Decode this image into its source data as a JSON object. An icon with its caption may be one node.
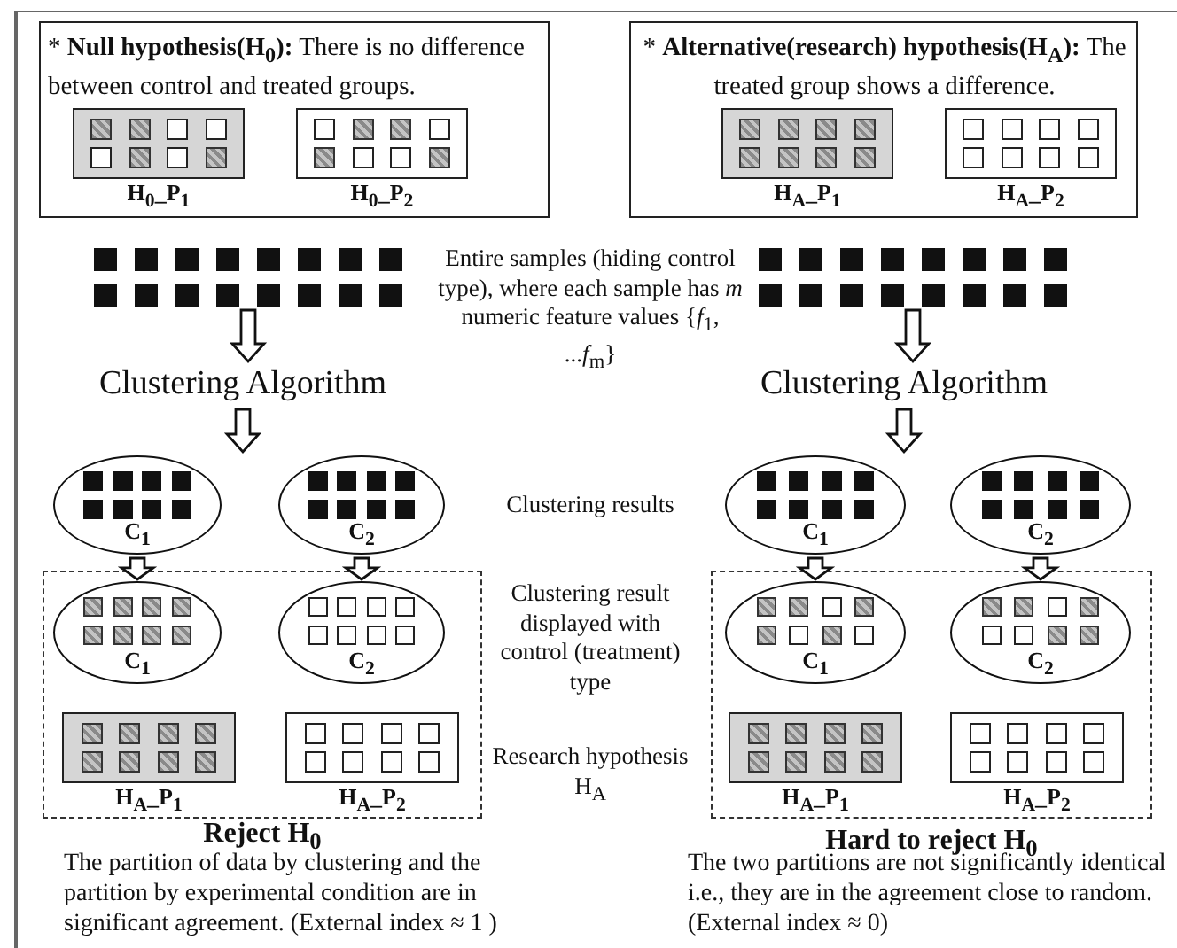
{
  "diagram": {
    "nodes": [
      {
        "text": [
          "* **Null hypothesis(H$_{0}$):** There is no difference between control and treated groups."
        ]
      },
      {
        "text": [
          "H$_{0}$_P$_{1}$"
        ],
        "in": 0
      },
      {
        "text": [
          "H$_{0}$_P$_{2}$"
        ],
        "in": 0
      },
      {
        "text": [
          "* **Alternative(research) hypothesis(H$_{A}$):** The treated group shows a difference."
        ]
      },
      {
        "text": [
          "H$_{A}$_P$_{1}$"
        ],
        "in": 3
      },
      {
        "text": [
          "H$_{A}$_P$_{2}$"
        ],
        "in": 3
      },
      {
        "text": [],
        "shape": "box"
      },
      {
        "text": [],
        "shape": "box"
      },
      {
        "text": [
          "Clustering Algorithm"
        ]
      },
      {
        "text": [
          "Clustering Algorithm"
        ]
      },
      {
        "text": [
          "C$_{1}$"
        ]
      },
      {
        "text": [
          "C$_{2}$"
        ]
      },
      {
        "text": [
          "C$_{1}$"
        ]
      },
      {
        "text": [
          "C$_{2}$"
        ]
      },
      {
        "text": [],
        "shape": "box"
      },
      {
        "text": [
          "C$_{1}$"
        ],
        "in": 14
      },
      {
        "text": [
          "C$_{2}$"
        ],
        "in": 14
      },
      {
        "text": [
          "H$_{A}$_P$_{1}$"
        ],
        "in": 14
      },
      {
        "text": [
          "H$_{A}$_P$_{2}$"
        ],
        "in": 14
      },
      {
        "text": [],
        "shape": "box"
      },
      {
        "text": [
          "C$_{1}$"
        ],
        "in": 19
      },
      {
        "text": [
          "C$_{2}$"
        ],
        "in": 19
      },
      {
        "text": [
          "H$_{A}$_P$_{1}$"
        ],
        "in": 19
      },
      {
        "text": [
          "H$_{A}$_P$_{2}$"
        ],
        "in": 19
      }
    ],
    "edges": [
      {
        "from": 6,
        "to": 8,
        "arrow": "to"
      },
      {
        "from": 8,
        "to": null,
        "arrow": "to"
      },
      {
        "from": 10,
        "to": 15,
        "arrow": "to"
      },
      {
        "from": 11,
        "to": 16,
        "arrow": "to"
      },
      {
        "from": 7,
        "to": 9,
        "arrow": "to"
      },
      {
        "from": 9,
        "to": null,
        "arrow": "to"
      },
      {
        "from": 12,
        "to": 20,
        "arrow": "to"
      },
      {
        "from": 13,
        "to": 21,
        "arrow": "to"
      }
    ],
    "labels": [
      "Entire samples (hiding control type), where each sample has *m* numeric feature values {*f*$_{1}$, ...*f*$_{m}$}",
      "Clustering results",
      "Clustering result displayed with control (treatment) type",
      "Research hypothesis H$_{A}$",
      "Reject H$_{0}$",
      "The partition of data by clustering and the partition by experimental condition are in significant agreement. (External index ≈ 1 )",
      "Hard to reject H$_{0}$",
      "The two partitions are not significantly identical i.e., they are in the agreement close to random. (External index ≈ 0)"
    ]
  }
}
